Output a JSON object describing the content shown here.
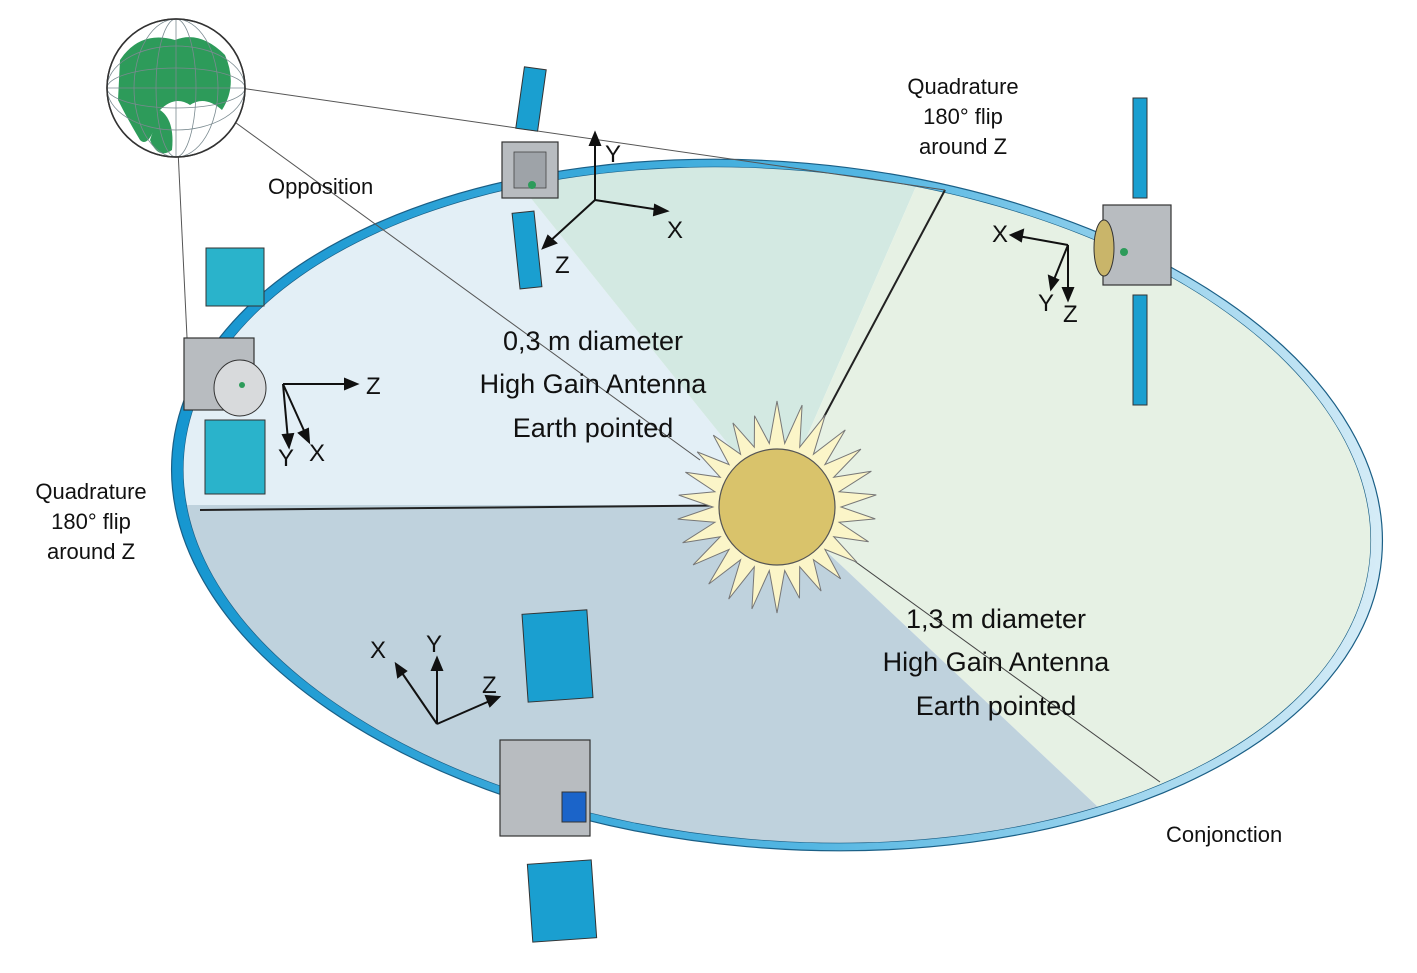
{
  "labels": {
    "opposition": "Opposition",
    "conjunction": "Conjonction",
    "quadrature_top": [
      "Quadrature",
      "180° flip",
      "around Z"
    ],
    "quadrature_left": [
      "Quadrature",
      "180° flip",
      "around Z"
    ],
    "small_antenna": [
      "0,3 m diameter",
      "High Gain Antenna",
      "Earth pointed"
    ],
    "large_antenna": [
      "1,3 m diameter",
      "High Gain Antenna",
      "Earth pointed"
    ]
  },
  "axes": {
    "top": {
      "x": "X",
      "y": "Y",
      "z": "Z"
    },
    "right": {
      "x": "X",
      "y": "Y",
      "z": "Z"
    },
    "left": {
      "x": "X",
      "y": "Y",
      "z": "Z"
    },
    "bottom": {
      "x": "X",
      "y": "Y",
      "z": "Z"
    }
  },
  "colors": {
    "orbit_ring": "#1aa0d8",
    "sector_light_blue": "#e3eff6",
    "sector_green": "#d3e9e2",
    "sector_light_green": "#e6f1e4",
    "sector_grey_blue": "#bfd2dd",
    "sun_core": "#d9c36b",
    "sun_rays": "#fbf5c8",
    "solar_panel": "#1a9fd0",
    "earth_ocean": "#ffffff",
    "earth_land": "#2d9b5a"
  },
  "icons": [
    "earth-globe-icon",
    "sun-icon",
    "spacecraft-icon"
  ]
}
